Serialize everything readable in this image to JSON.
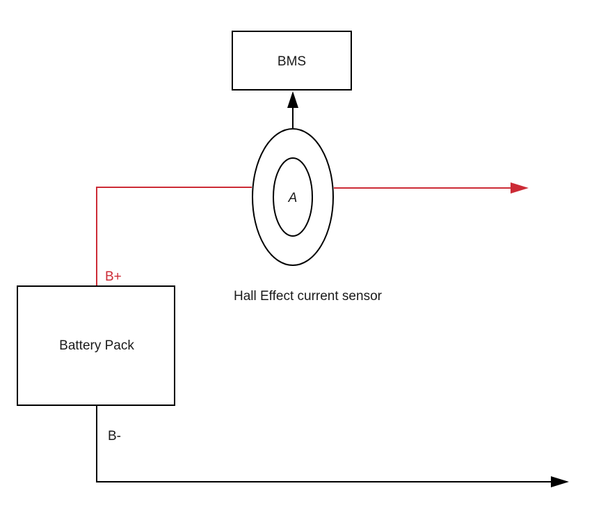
{
  "nodes": {
    "bms": {
      "label": "BMS"
    },
    "battery_pack": {
      "label": "Battery Pack"
    },
    "sensor": {
      "label": "A",
      "caption": "Hall Effect current sensor"
    }
  },
  "terminals": {
    "positive": {
      "label": "B+",
      "color": "#cc2b36"
    },
    "negative": {
      "label": "B-",
      "color": "#000000"
    }
  },
  "colors": {
    "positive_wire": "#cc2b36",
    "negative_wire": "#000000",
    "outline": "#000000"
  }
}
